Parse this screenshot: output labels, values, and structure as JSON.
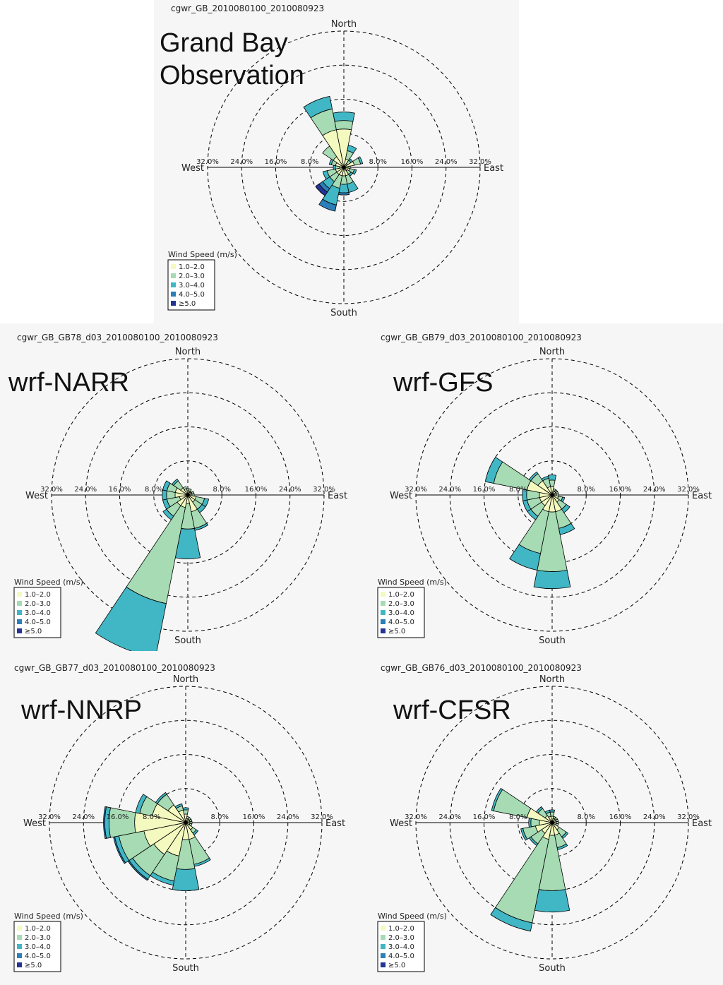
{
  "colors": {
    "bins": [
      "#f4f9bf",
      "#a6dbb3",
      "#41b6c4",
      "#2c7fb8",
      "#253494"
    ],
    "outline": "#000000",
    "ring": "#000000",
    "panel_bg": "#f6f6f6"
  },
  "chart_data": [
    {
      "type": "windrose",
      "file_label": "cgwr_GB_2010080100_2010080923",
      "title_lines": [
        "Grand Bay",
        "Observation"
      ],
      "directions": [
        "North",
        "East",
        "South",
        "West"
      ],
      "ring_labels": [
        "8.0%",
        "16.0%",
        "24.0%",
        "32.0%"
      ],
      "rmax": 32,
      "legend_title": "Wind Speed (m/s)",
      "legend_items": [
        "1.0–2.0",
        "2.0–3.0",
        "3.0–4.0",
        "4.0–5.0",
        "≥5.0"
      ],
      "sectors": [
        {
          "dir": 0,
          "bins": [
            3,
            1,
            0.5,
            0,
            0
          ]
        },
        {
          "dir": 22.5,
          "bins": [
            2,
            2,
            1.3,
            0,
            0
          ]
        },
        {
          "dir": 45,
          "bins": [
            1,
            1,
            0.5,
            0,
            0
          ]
        },
        {
          "dir": 67.5,
          "bins": [
            2.5,
            1.5,
            0.5,
            0,
            0
          ]
        },
        {
          "dir": 90,
          "bins": [
            1,
            0.5,
            0,
            0,
            0
          ]
        },
        {
          "dir": 112.5,
          "bins": [
            1.5,
            1,
            0.5,
            0,
            0
          ]
        },
        {
          "dir": 135,
          "bins": [
            1,
            1,
            0.5,
            0,
            0
          ]
        },
        {
          "dir": 157.5,
          "bins": [
            2,
            2,
            2,
            0,
            0
          ]
        },
        {
          "dir": 180,
          "bins": [
            2,
            2,
            2,
            0.5,
            0
          ]
        },
        {
          "dir": 202.5,
          "bins": [
            2,
            3,
            4,
            1.5,
            0
          ]
        },
        {
          "dir": 225,
          "bins": [
            2,
            2,
            2,
            1,
            1
          ]
        },
        {
          "dir": 247.5,
          "bins": [
            2,
            2,
            1,
            0,
            0
          ]
        },
        {
          "dir": 270,
          "bins": [
            1,
            1,
            0.5,
            0,
            0
          ]
        },
        {
          "dir": 292.5,
          "bins": [
            2,
            1,
            0.5,
            0,
            0
          ]
        },
        {
          "dir": 315,
          "bins": [
            3,
            3,
            0,
            0,
            0
          ]
        },
        {
          "dir": 337.5,
          "bins": [
            9,
            5,
            3,
            0,
            0
          ]
        },
        {
          "dir": 0,
          "bins": [
            9,
            2,
            2,
            0,
            0
          ]
        }
      ]
    },
    {
      "type": "windrose",
      "file_label": "cgwr_GB_GB78_d03_2010080100_2010080923",
      "title_lines": [
        "wrf-NARR"
      ],
      "directions": [
        "North",
        "East",
        "South",
        "West"
      ],
      "ring_labels": [
        "8.0%",
        "16.0%",
        "24.0%",
        "32.0%"
      ],
      "rmax": 32,
      "legend_title": "Wind Speed (m/s)",
      "legend_items": [
        "1.0–2.0",
        "2.0–3.0",
        "3.0–4.0",
        "4.0–5.0",
        "≥5.0"
      ],
      "sectors": [
        {
          "dir": 0,
          "bins": [
            1,
            0.5,
            0,
            0,
            0
          ]
        },
        {
          "dir": 22.5,
          "bins": [
            1,
            0.5,
            0,
            0,
            0
          ]
        },
        {
          "dir": 45,
          "bins": [
            0.8,
            0.3,
            0,
            0,
            0
          ]
        },
        {
          "dir": 67.5,
          "bins": [
            1,
            0.5,
            0,
            0,
            0
          ]
        },
        {
          "dir": 90,
          "bins": [
            1,
            0.5,
            0,
            0,
            0
          ]
        },
        {
          "dir": 112.5,
          "bins": [
            2,
            2,
            1,
            0,
            0
          ]
        },
        {
          "dir": 135,
          "bins": [
            2,
            2,
            1,
            0,
            0
          ]
        },
        {
          "dir": 157.5,
          "bins": [
            4,
            4,
            0.5,
            0,
            0
          ]
        },
        {
          "dir": 180,
          "bins": [
            2,
            6,
            7,
            0,
            0
          ]
        },
        {
          "dir": 202.5,
          "bins": [
            3,
            23,
            13,
            0,
            0
          ]
        },
        {
          "dir": 225,
          "bins": [
            3,
            3,
            1,
            0,
            0
          ]
        },
        {
          "dir": 247.5,
          "bins": [
            2,
            3,
            1,
            0,
            0
          ]
        },
        {
          "dir": 270,
          "bins": [
            3,
            2,
            1,
            0,
            0
          ]
        },
        {
          "dir": 292.5,
          "bins": [
            3,
            2,
            1,
            0,
            0
          ]
        },
        {
          "dir": 315,
          "bins": [
            2,
            2,
            0.5,
            0,
            0
          ]
        },
        {
          "dir": 337.5,
          "bins": [
            1.5,
            0.5,
            0,
            0,
            0
          ]
        }
      ]
    },
    {
      "type": "windrose",
      "file_label": "cgwr_GB_GB79_d03_2010080100_2010080923",
      "title_lines": [
        "wrf-GFS"
      ],
      "directions": [
        "North",
        "East",
        "South",
        "West"
      ],
      "ring_labels": [
        "8.0%",
        "16.0%",
        "24.0%",
        "32.0%"
      ],
      "rmax": 32,
      "legend_title": "Wind Speed (m/s)",
      "legend_items": [
        "1.0–2.0",
        "2.0–3.0",
        "3.0–4.0",
        "4.0–5.0",
        "≥5.0"
      ],
      "sectors": [
        {
          "dir": 0,
          "bins": [
            2,
            1.5,
            1.2,
            0,
            0
          ]
        },
        {
          "dir": 22.5,
          "bins": [
            1,
            0.5,
            0,
            0,
            0
          ]
        },
        {
          "dir": 45,
          "bins": [
            1,
            0.5,
            0,
            0,
            0
          ]
        },
        {
          "dir": 67.5,
          "bins": [
            1,
            0.5,
            0,
            0,
            0
          ]
        },
        {
          "dir": 90,
          "bins": [
            1,
            0.5,
            0,
            0,
            0
          ]
        },
        {
          "dir": 112.5,
          "bins": [
            1.5,
            1,
            0.5,
            0,
            0
          ]
        },
        {
          "dir": 135,
          "bins": [
            2,
            2,
            1,
            0,
            0
          ]
        },
        {
          "dir": 157.5,
          "bins": [
            4,
            4,
            1.5,
            0,
            0
          ]
        },
        {
          "dir": 180,
          "bins": [
            4,
            14,
            4,
            0,
            0
          ]
        },
        {
          "dir": 202.5,
          "bins": [
            4,
            10,
            4,
            0,
            0
          ]
        },
        {
          "dir": 225,
          "bins": [
            3,
            3,
            1,
            0,
            0
          ]
        },
        {
          "dir": 247.5,
          "bins": [
            3,
            3,
            1,
            0,
            0
          ]
        },
        {
          "dir": 270,
          "bins": [
            3,
            3,
            1,
            0,
            0
          ]
        },
        {
          "dir": 292.5,
          "bins": [
            6,
            8,
            2,
            0,
            0
          ]
        },
        {
          "dir": 315,
          "bins": [
            4,
            2,
            0.5,
            0,
            0
          ]
        },
        {
          "dir": 337.5,
          "bins": [
            2,
            2,
            0.5,
            0,
            0
          ]
        }
      ]
    },
    {
      "type": "windrose",
      "file_label": "cgwr_GB_GB77_d03_2010080100_2010080923",
      "title_lines": [
        "wrf-NNRP"
      ],
      "directions": [
        "North",
        "East",
        "South",
        "West"
      ],
      "ring_labels": [
        "8.0%",
        "16.0%",
        "24.0%",
        "32.0%"
      ],
      "rmax": 32,
      "legend_title": "Wind Speed (m/s)",
      "legend_items": [
        "1.0–2.0",
        "2.0–3.0",
        "3.0–4.0",
        "4.0–5.0",
        "≥5.0"
      ],
      "sectors": [
        {
          "dir": 0,
          "bins": [
            2,
            1,
            0.5,
            0,
            0
          ]
        },
        {
          "dir": 22.5,
          "bins": [
            1,
            0.5,
            0,
            0,
            0
          ]
        },
        {
          "dir": 45,
          "bins": [
            1,
            0.5,
            0,
            0,
            0
          ]
        },
        {
          "dir": 67.5,
          "bins": [
            1,
            0.5,
            0,
            0,
            0
          ]
        },
        {
          "dir": 90,
          "bins": [
            1,
            0.5,
            0,
            0,
            0
          ]
        },
        {
          "dir": 112.5,
          "bins": [
            1,
            0.5,
            0,
            0,
            0
          ]
        },
        {
          "dir": 135,
          "bins": [
            2,
            1,
            0.5,
            0,
            0
          ]
        },
        {
          "dir": 157.5,
          "bins": [
            4,
            6,
            0.5,
            0,
            0
          ]
        },
        {
          "dir": 180,
          "bins": [
            4,
            7,
            5,
            0,
            0
          ]
        },
        {
          "dir": 202.5,
          "bins": [
            8,
            6,
            1,
            0,
            0
          ]
        },
        {
          "dir": 225,
          "bins": [
            9,
            6,
            1,
            0.3,
            0
          ]
        },
        {
          "dir": 247.5,
          "bins": [
            10,
            6,
            1,
            0.3,
            0
          ]
        },
        {
          "dir": 270,
          "bins": [
            12,
            6,
            1,
            0.3,
            0
          ]
        },
        {
          "dir": 292.5,
          "bins": [
            8,
            3,
            1,
            0,
            0
          ]
        },
        {
          "dir": 315,
          "bins": [
            5,
            3,
            0.5,
            0,
            0
          ]
        },
        {
          "dir": 337.5,
          "bins": [
            3,
            1,
            0.5,
            0,
            0
          ]
        }
      ]
    },
    {
      "type": "windrose",
      "file_label": "cgwr_GB_GB76_d03_2010080100_2010080923",
      "title_lines": [
        "wrf-CFSR"
      ],
      "directions": [
        "North",
        "East",
        "South",
        "West"
      ],
      "ring_labels": [
        "8.0%",
        "16.0%",
        "24.0%",
        "32.0%"
      ],
      "rmax": 32,
      "legend_title": "Wind Speed (m/s)",
      "legend_items": [
        "1.0–2.0",
        "2.0–3.0",
        "3.0–4.0",
        "4.0–5.0",
        "≥5.0"
      ],
      "sectors": [
        {
          "dir": 0,
          "bins": [
            1.5,
            1,
            0.5,
            0,
            0
          ]
        },
        {
          "dir": 22.5,
          "bins": [
            1,
            0.5,
            0,
            0,
            0
          ]
        },
        {
          "dir": 45,
          "bins": [
            1,
            0.5,
            0,
            0,
            0
          ]
        },
        {
          "dir": 67.5,
          "bins": [
            1,
            0.5,
            0,
            0,
            0
          ]
        },
        {
          "dir": 90,
          "bins": [
            1,
            0.5,
            0,
            0,
            0
          ]
        },
        {
          "dir": 112.5,
          "bins": [
            1,
            0.5,
            0,
            0,
            0
          ]
        },
        {
          "dir": 135,
          "bins": [
            2,
            2,
            0.5,
            0,
            0
          ]
        },
        {
          "dir": 157.5,
          "bins": [
            3,
            3,
            0.5,
            0,
            0
          ]
        },
        {
          "dir": 180,
          "bins": [
            3,
            13,
            5,
            0,
            0
          ]
        },
        {
          "dir": 202.5,
          "bins": [
            4,
            20,
            2,
            0,
            0
          ]
        },
        {
          "dir": 225,
          "bins": [
            3,
            3,
            0.5,
            0,
            0
          ]
        },
        {
          "dir": 247.5,
          "bins": [
            4,
            3,
            0.5,
            0,
            0
          ]
        },
        {
          "dir": 270,
          "bins": [
            3,
            2,
            0.5,
            0,
            0
          ]
        },
        {
          "dir": 292.5,
          "bins": [
            6,
            8,
            0.5,
            0,
            0
          ]
        },
        {
          "dir": 315,
          "bins": [
            2,
            2,
            0.5,
            0,
            0
          ]
        },
        {
          "dir": 337.5,
          "bins": [
            1.5,
            1,
            0.5,
            0,
            0
          ]
        }
      ]
    }
  ]
}
